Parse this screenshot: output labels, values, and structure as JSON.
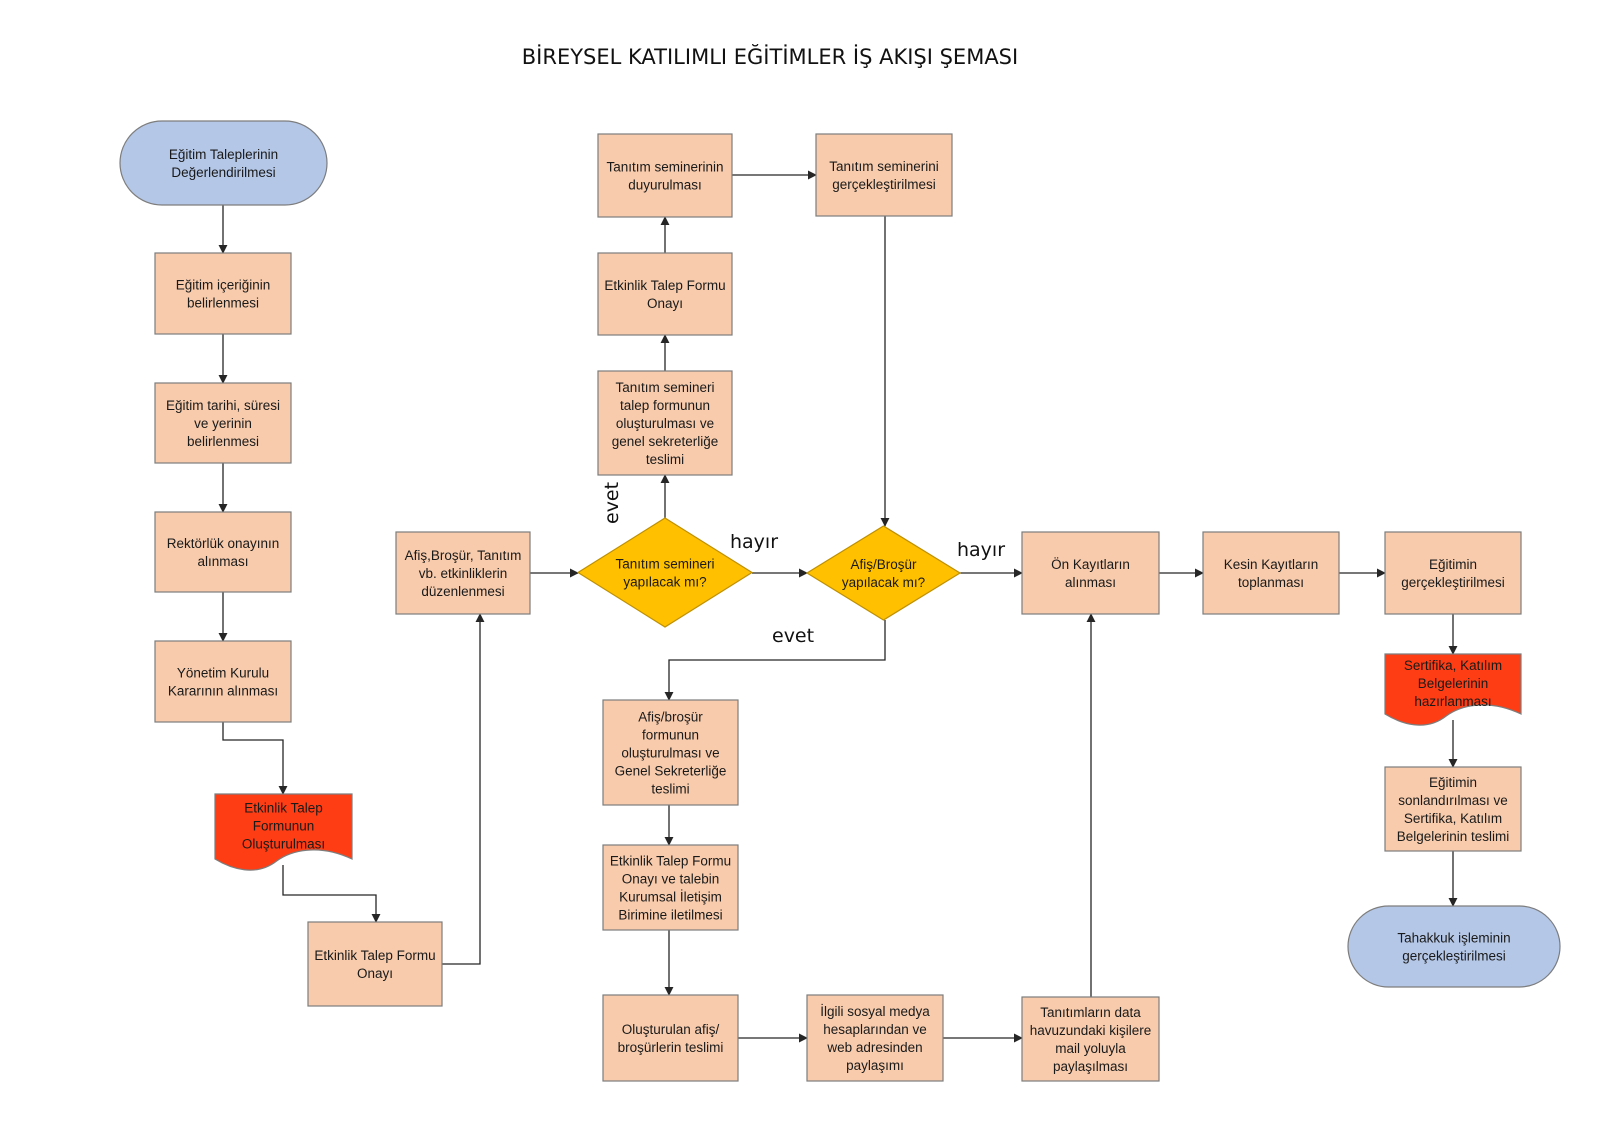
{
  "title": "BİREYSEL KATILIMLI EĞİTİMLER İŞ AKIŞI ŞEMASI",
  "colors": {
    "process": "#f7cbac",
    "terminal": "#b4c7e7",
    "document": "#ff3d14",
    "decision": "#ffc000"
  },
  "nodes": {
    "n1": {
      "kind": "terminal",
      "lines": [
        "Eğitim Taleplerinin",
        "Değerlendirilmesi"
      ]
    },
    "n2": {
      "kind": "process",
      "lines": [
        "Eğitim içeriğinin",
        "belirlenmesi"
      ]
    },
    "n3": {
      "kind": "process",
      "lines": [
        "Eğitim tarihi, süresi",
        "ve yerinin",
        "belirlenmesi"
      ]
    },
    "n4": {
      "kind": "process",
      "lines": [
        "Rektörlük onayının",
        "alınması"
      ]
    },
    "n5": {
      "kind": "process",
      "lines": [
        "Yönetim Kurulu",
        "Kararının alınması"
      ]
    },
    "n6": {
      "kind": "document",
      "lines": [
        "Etkinlik Talep",
        "Formunun",
        "Oluşturulması"
      ]
    },
    "n7": {
      "kind": "process",
      "lines": [
        "Etkinlik Talep Formu",
        "Onayı"
      ]
    },
    "n8": {
      "kind": "process",
      "lines": [
        "Afiş,Broşür, Tanıtım",
        "vb. etkinliklerin",
        "düzenlenmesi"
      ]
    },
    "d1": {
      "kind": "decision",
      "lines": [
        "Tanıtım semineri",
        "yapılacak mı?"
      ]
    },
    "n9": {
      "kind": "process",
      "lines": [
        "Tanıtım semineri",
        "talep formunun",
        "oluşturulması ve",
        "genel sekreterliğe",
        "teslimi"
      ]
    },
    "n10": {
      "kind": "process",
      "lines": [
        "Etkinlik Talep Formu",
        "Onayı"
      ]
    },
    "n11": {
      "kind": "process",
      "lines": [
        "Tanıtım seminerinin",
        "duyurulması"
      ]
    },
    "n12": {
      "kind": "process",
      "lines": [
        "Tanıtım seminerini",
        "gerçekleştirilmesi"
      ]
    },
    "d2": {
      "kind": "decision",
      "lines": [
        "Afiş/Broşür",
        "yapılacak mı?"
      ]
    },
    "n13": {
      "kind": "process",
      "lines": [
        "Afiş/broşür",
        "formunun",
        "oluşturulması ve",
        "Genel Sekreterliğe",
        "teslimi"
      ]
    },
    "n14": {
      "kind": "process",
      "lines": [
        "Etkinlik Talep Formu",
        "Onayı ve talebin",
        "Kurumsal İletişim",
        "Birimine iletilmesi"
      ]
    },
    "n15": {
      "kind": "process",
      "lines": [
        "Oluşturulan afiş/",
        "broşürlerin teslimi"
      ]
    },
    "n16": {
      "kind": "process",
      "lines": [
        "İlgili sosyal medya",
        "hesaplarından ve",
        "web adresinden",
        "paylaşımı"
      ]
    },
    "n17": {
      "kind": "process",
      "lines": [
        "Tanıtımların data",
        "havuzundaki kişilere",
        "mail yoluyla",
        "paylaşılması"
      ]
    },
    "n18": {
      "kind": "process",
      "lines": [
        "Ön Kayıtların",
        "alınması"
      ]
    },
    "n19": {
      "kind": "process",
      "lines": [
        "Kesin Kayıtların",
        "toplanması"
      ]
    },
    "n20": {
      "kind": "process",
      "lines": [
        "Eğitimin",
        "gerçekleştirilmesi"
      ]
    },
    "n21": {
      "kind": "document",
      "lines": [
        "Sertifika, Katılım",
        "Belgelerinin",
        "hazırlanması"
      ]
    },
    "n22": {
      "kind": "process",
      "lines": [
        "Eğitimin",
        "sonlandırılması ve",
        "Sertifika, Katılım",
        "Belgelerinin teslimi"
      ]
    },
    "n23": {
      "kind": "terminal",
      "lines": [
        "Tahakkuk işleminin",
        "gerçekleştirilmesi"
      ]
    }
  },
  "branch_labels": {
    "d1_yes": "evet",
    "d1_no": "hayır",
    "d2_no": "hayır",
    "d2_yes": "evet"
  },
  "edges": [
    [
      "n1",
      "n2"
    ],
    [
      "n2",
      "n3"
    ],
    [
      "n3",
      "n4"
    ],
    [
      "n4",
      "n5"
    ],
    [
      "n5",
      "n6"
    ],
    [
      "n6",
      "n7"
    ],
    [
      "n7",
      "n8"
    ],
    [
      "n8",
      "d1"
    ],
    [
      "d1",
      "n9",
      "d1_yes"
    ],
    [
      "n9",
      "n10"
    ],
    [
      "n10",
      "n11"
    ],
    [
      "n11",
      "n12"
    ],
    [
      "n12",
      "d2"
    ],
    [
      "d1",
      "d2",
      "d1_no"
    ],
    [
      "d2",
      "n18",
      "d2_no"
    ],
    [
      "d2",
      "n13",
      "d2_yes"
    ],
    [
      "n13",
      "n14"
    ],
    [
      "n14",
      "n15"
    ],
    [
      "n15",
      "n16"
    ],
    [
      "n16",
      "n17"
    ],
    [
      "n17",
      "n18"
    ],
    [
      "n18",
      "n19"
    ],
    [
      "n19",
      "n20"
    ],
    [
      "n20",
      "n21"
    ],
    [
      "n21",
      "n22"
    ],
    [
      "n22",
      "n23"
    ]
  ]
}
